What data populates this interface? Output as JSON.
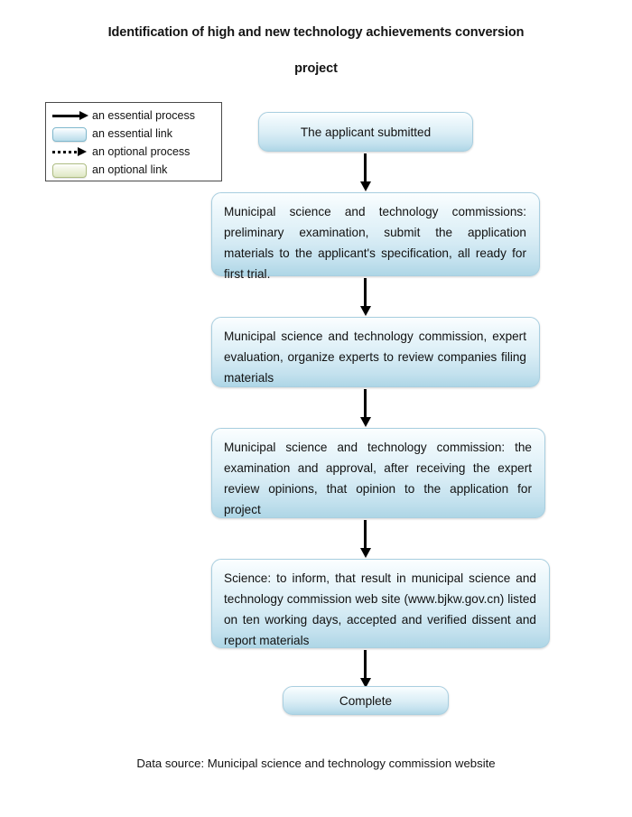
{
  "title": {
    "line1": "Identification of high and new technology achievements conversion",
    "line2": "project"
  },
  "legend": {
    "items": [
      {
        "symbol": "solid-arrow",
        "label": "an essential process"
      },
      {
        "symbol": "blue-swatch",
        "label": "an essential link"
      },
      {
        "symbol": "dotted-arrow",
        "label": "an optional process"
      },
      {
        "symbol": "green-swatch",
        "label": "an optional link"
      }
    ]
  },
  "flow": {
    "nodes": [
      {
        "id": "applicant-submitted",
        "text": "The applicant submitted"
      },
      {
        "id": "preliminary-examination",
        "text": "Municipal science and technology commissions: preliminary examination, submit the application materials to the applicant's specification, all ready for first trial."
      },
      {
        "id": "expert-evaluation",
        "text": "Municipal science and technology commission, expert evaluation, organize experts to review companies filing materials"
      },
      {
        "id": "examination-approval",
        "text": "Municipal science and technology commission: the examination and approval, after receiving the expert review opinions, that opinion to the application for project"
      },
      {
        "id": "public-notice",
        "text": "Science: to inform, that result in municipal science and technology commission web site (www.bjkw.gov.cn) listed on ten working days, accepted and verified dissent and report materials"
      },
      {
        "id": "complete",
        "text": "Complete"
      }
    ]
  },
  "footer": {
    "note": "Data source: Municipal science and technology commission website"
  },
  "colors": {
    "node_border": "#a9cfe0",
    "node_fill_top": "#fbfeff",
    "node_fill_bottom": "#aed6e6",
    "optional_border": "#aebd82",
    "optional_fill_bottom": "#dfe8c4",
    "arrow": "#000000",
    "legend_border": "#4a4a4a",
    "background": "#ffffff"
  }
}
